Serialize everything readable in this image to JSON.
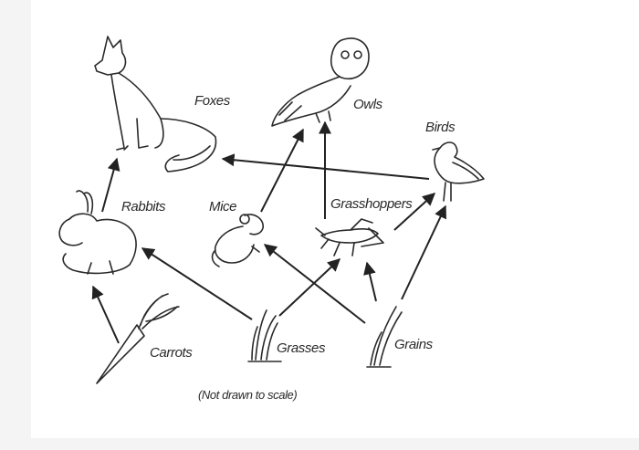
{
  "diagram": {
    "organisms": [
      {
        "id": "foxes",
        "label": "Foxes"
      },
      {
        "id": "owls",
        "label": "Owls"
      },
      {
        "id": "birds",
        "label": "Birds"
      },
      {
        "id": "rabbits",
        "label": "Rabbits"
      },
      {
        "id": "mice",
        "label": "Mice"
      },
      {
        "id": "grasshoppers",
        "label": "Grasshoppers"
      },
      {
        "id": "carrots",
        "label": "Carrots"
      },
      {
        "id": "grasses",
        "label": "Grasses"
      },
      {
        "id": "grains",
        "label": "Grains"
      }
    ],
    "arrows": [
      {
        "from": "carrots",
        "to": "rabbits"
      },
      {
        "from": "grasses",
        "to": "rabbits"
      },
      {
        "from": "grasses",
        "to": "grasshoppers"
      },
      {
        "from": "grains",
        "to": "mice"
      },
      {
        "from": "grains",
        "to": "grasshoppers"
      },
      {
        "from": "grains",
        "to": "birds"
      },
      {
        "from": "rabbits",
        "to": "foxes"
      },
      {
        "from": "mice",
        "to": "owls"
      },
      {
        "from": "grasshoppers",
        "to": "owls"
      },
      {
        "from": "grasshoppers",
        "to": "birds"
      },
      {
        "from": "birds",
        "to": "foxes"
      }
    ],
    "note": "(Not drawn to scale)"
  }
}
